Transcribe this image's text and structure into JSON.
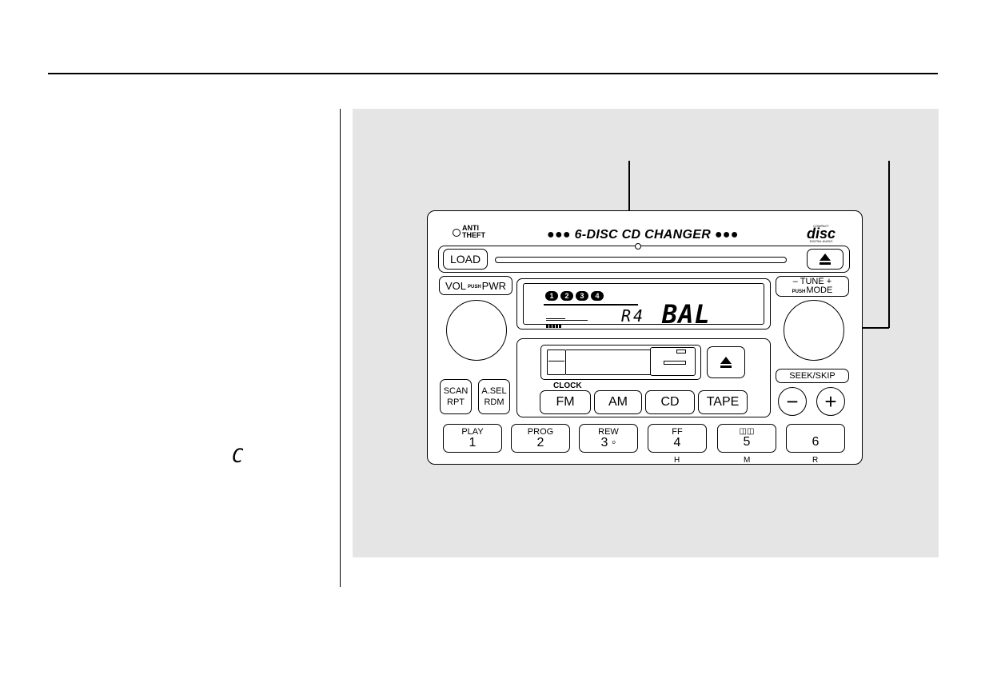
{
  "left_column": {
    "glyph": "C"
  },
  "radio": {
    "anti_theft": "ANTI\nTHEFT",
    "brand": "●●● 6-DISC CD CHANGER ●●●",
    "disc_logo": {
      "line1": "COMPACT",
      "big": "disc",
      "line2": "DIGITAL AUDIO"
    },
    "buttons": {
      "load": "LOAD",
      "vol_pwr": {
        "vol": "VOL",
        "push": "PUSH",
        "pwr": "PWR"
      },
      "tune_mode": {
        "tune": "– TUNE +",
        "push": "PUSH",
        "mode": "MODE"
      },
      "scan_rpt": {
        "line1": "SCAN",
        "line2": "RPT"
      },
      "asel_rdm": {
        "line1": "A.SEL",
        "line2": "RDM"
      },
      "seek_skip": "SEEK/SKIP",
      "seek_minus": "−",
      "seek_plus": "+",
      "fm": "FM",
      "am": "AM",
      "cd": "CD",
      "tape": "TAPE",
      "clock": "CLOCK",
      "presets": [
        {
          "top": "PLAY",
          "num": "1",
          "below": ""
        },
        {
          "top": "PROG",
          "num": "2",
          "below": ""
        },
        {
          "top": "REW",
          "num": "3 ◦",
          "below": ""
        },
        {
          "top": "FF",
          "num": "4",
          "below": "H"
        },
        {
          "top": "◫◫",
          "num": "5",
          "below": "M"
        },
        {
          "top": "",
          "num": "6",
          "below": "R"
        }
      ]
    },
    "display": {
      "disc_indicators": [
        "1",
        "2",
        "3",
        "4"
      ],
      "segment_text": "R4",
      "mode_text": "BAL"
    }
  }
}
